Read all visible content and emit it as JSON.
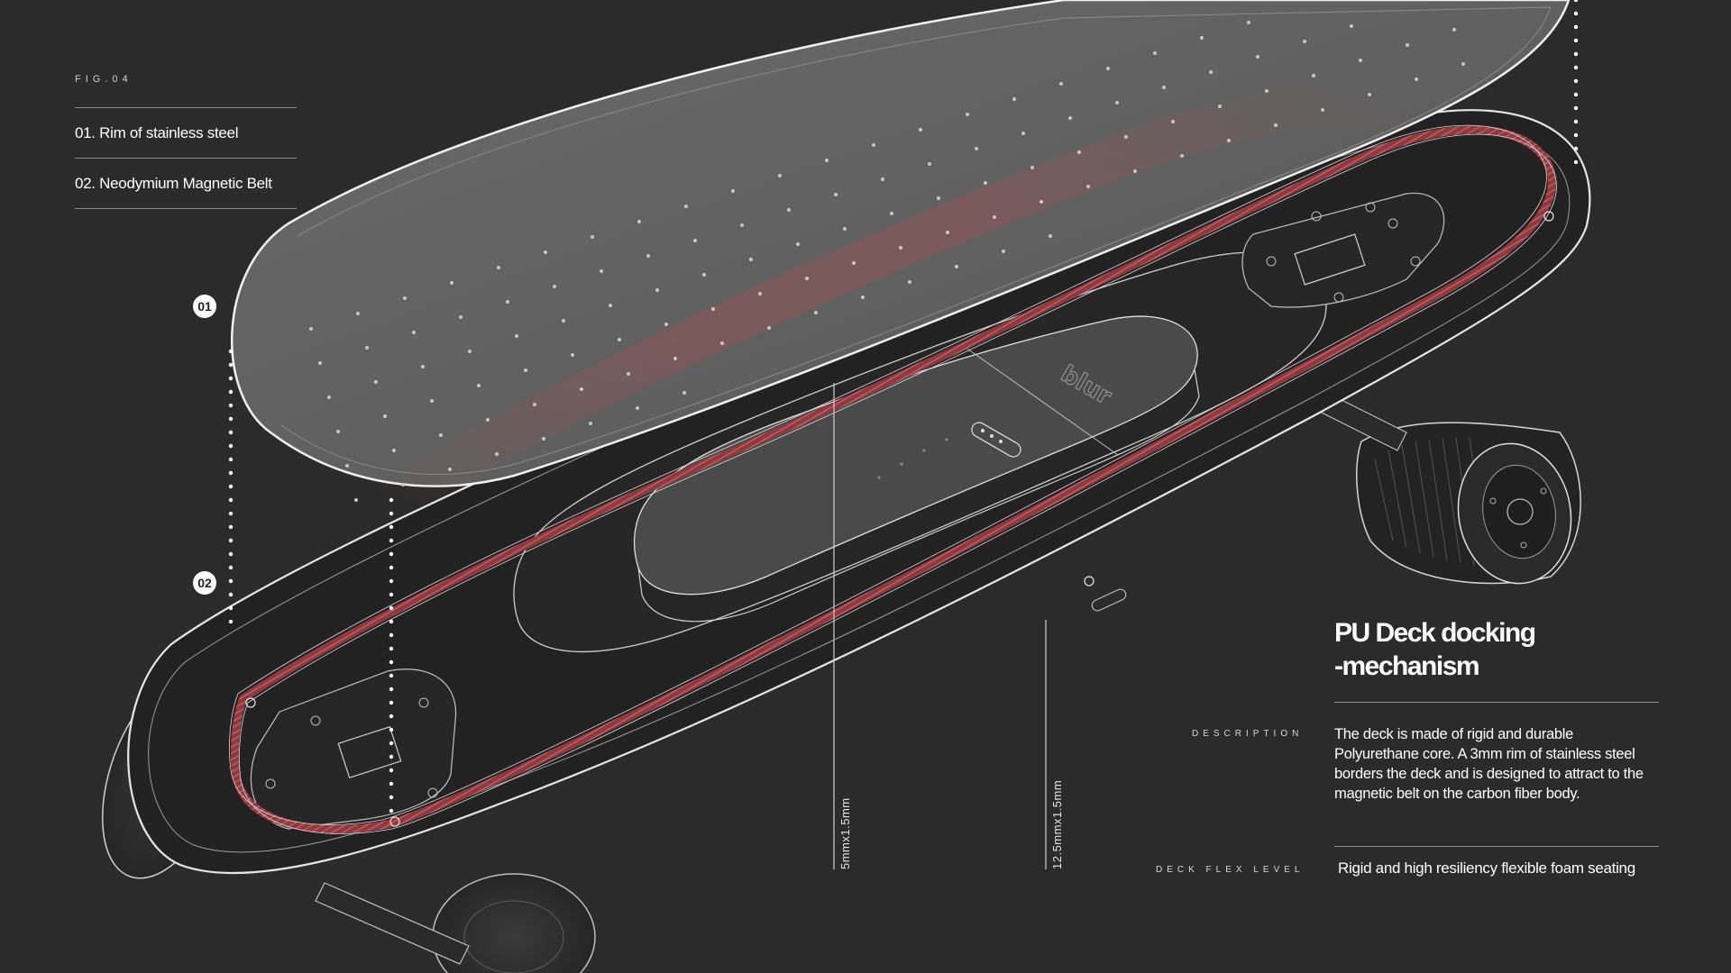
{
  "figure": {
    "label": "FIG.04",
    "legend": [
      {
        "marker": "01",
        "text": "01. Rim of stainless steel"
      },
      {
        "marker": "02",
        "text": "02. Neodymium Magnetic Belt"
      }
    ]
  },
  "brand": {
    "logo_text": "blur"
  },
  "dimensions": [
    "5mmx1.5mm",
    "12.5mmx1.5mm"
  ],
  "panel": {
    "title_line1": "PU Deck docking",
    "title_line2": "-mechanism",
    "description_label": "DESCRIPTION",
    "description": "The deck is made of rigid and durable Polyurethane core. A 3mm rim of stainless steel borders the deck and is designed to attract to the magnetic belt on the carbon fiber body.",
    "flex_label": "DECK FLEX LEVEL",
    "flex_value": "Rigid and high resiliency flexible foam seating"
  },
  "colors": {
    "background": "#2b2b2b",
    "line": "#e8e8e8",
    "magnetic_belt": "#b0484c",
    "deck_fill": "#5a5a5a"
  }
}
